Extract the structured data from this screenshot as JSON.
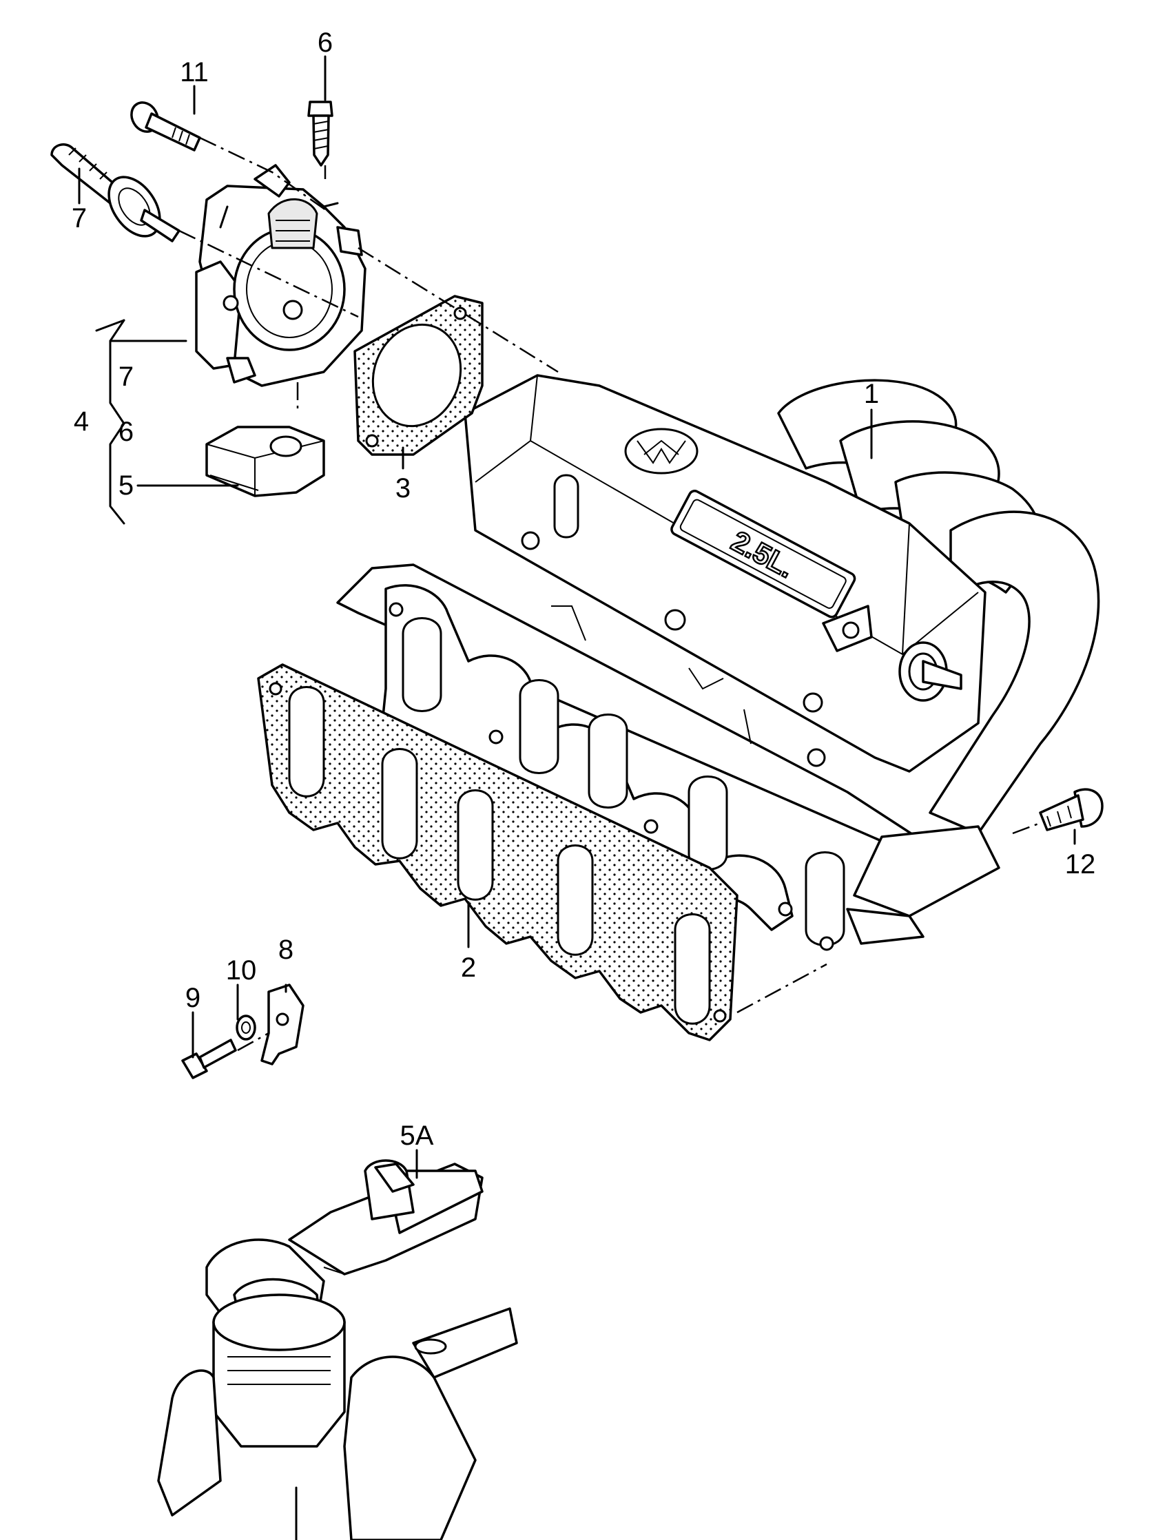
{
  "callouts": {
    "c1": "1",
    "c2": "2",
    "c3": "3",
    "c4": "4",
    "c5": "5",
    "c5a": "5A",
    "c6_top": "6",
    "c6_bracket": "6",
    "c7_left": "7",
    "c7_bracket": "7",
    "c8": "8",
    "c9": "9",
    "c10": "10",
    "c11": "11",
    "c12": "12"
  },
  "manifold_badge": "2.5L."
}
